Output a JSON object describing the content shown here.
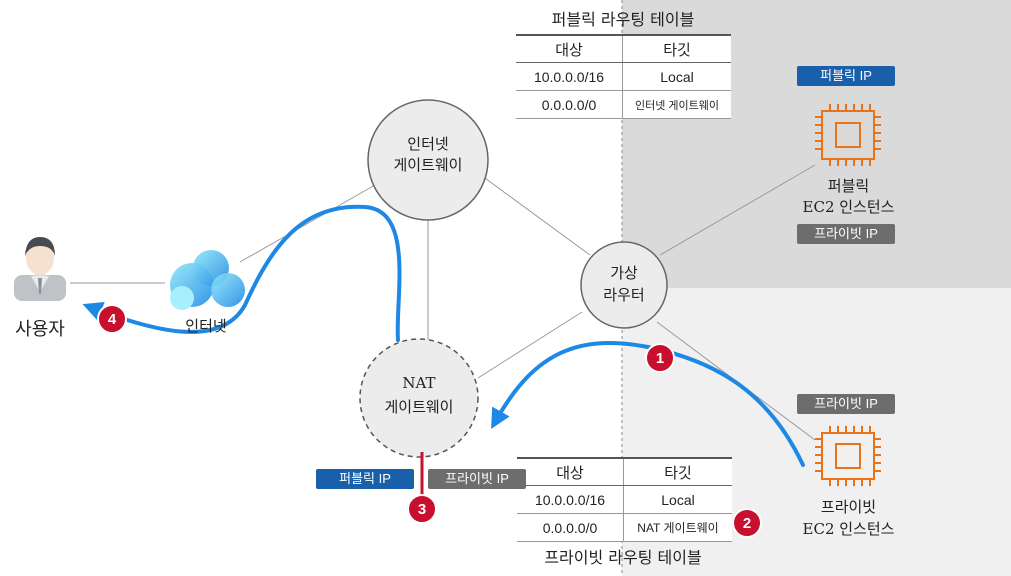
{
  "public_table": {
    "title": "퍼블릭 라우팅 테이블",
    "headers": [
      "대상",
      "타깃"
    ],
    "rows": [
      [
        "10.0.0.0/16",
        "Local"
      ],
      [
        "0.0.0.0/0",
        "인터넷 게이트웨이"
      ]
    ]
  },
  "private_table": {
    "title": "프라이빗 라우팅 테이블",
    "headers": [
      "대상",
      "타깃"
    ],
    "rows": [
      [
        "10.0.0.0/16",
        "Local"
      ],
      [
        "0.0.0.0/0",
        "NAT 게이트웨이"
      ]
    ]
  },
  "nodes": {
    "igw": [
      "인터넷",
      "게이트웨이"
    ],
    "router": [
      "가상",
      "라우터"
    ],
    "nat": [
      "NAT",
      "게이트웨이"
    ],
    "internet": "인터넷",
    "user": "사용자",
    "public_ec2": [
      "퍼블릭",
      "EC2 인스턴스"
    ],
    "private_ec2": [
      "프라이빗",
      "EC2 인스턴스"
    ]
  },
  "badges": {
    "public_ec2_public_ip": "퍼블릭 IP",
    "public_ec2_private_ip": "프라이빗 IP",
    "private_ec2_private_ip": "프라이빗 IP",
    "nat_public_ip": "퍼블릭 IP",
    "nat_private_ip": "프라이빗 IP"
  },
  "steps": [
    "1",
    "2",
    "3",
    "4"
  ],
  "colors": {
    "flow": "#1e88e5",
    "step": "#c8102e",
    "public_badge": "#1a5fa9",
    "private_badge": "#6d6d6d",
    "ec2": "#e8731a"
  }
}
